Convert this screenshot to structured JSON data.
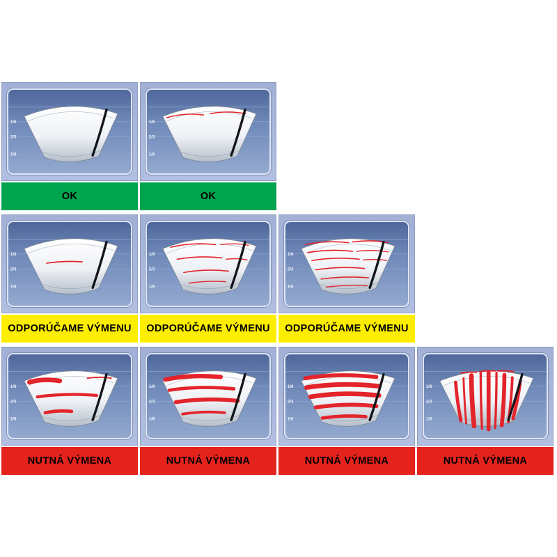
{
  "panel": {
    "scale_labels": [
      {
        "label": "1/6",
        "y": 48
      },
      {
        "label": "2/3",
        "y": 71
      },
      {
        "label": "1/6",
        "y": 97
      }
    ],
    "gridline_ys": [
      26,
      48,
      71,
      97
    ],
    "colors": {
      "cell_bg": "#a9b6da",
      "screen_top": "#4f679b",
      "screen_bottom": "#93a9cf",
      "gridline": "#8fa5cd",
      "scale_text": "#eef3fc",
      "fan_outline": "#7d8896",
      "blade": "#14161b",
      "streak": "#e3242b"
    }
  },
  "rows": [
    {
      "id": "ok",
      "label": "OK",
      "label_bg": "#00a44f",
      "label_color": "#000000",
      "cells": [
        {
          "condition": "clean"
        },
        {
          "condition": "light-streaks"
        }
      ]
    },
    {
      "id": "replace-recommended",
      "label": "ODPORÚČAME VÝMENU",
      "label_bg": "#fdee00",
      "label_color": "#000000",
      "cells": [
        {
          "condition": "single-line"
        },
        {
          "condition": "several-lines"
        },
        {
          "condition": "many-lines"
        }
      ]
    },
    {
      "id": "replace-required",
      "label": "NUTNÁ VÝMENA",
      "label_bg": "#e3231c",
      "label_color": "#000000",
      "cells": [
        {
          "condition": "smears-few"
        },
        {
          "condition": "smears-more"
        },
        {
          "condition": "smears-heavy"
        },
        {
          "condition": "smeared-vertical"
        }
      ]
    }
  ],
  "streak_patterns": {
    "clean": [],
    "light-streaks": [
      [
        30,
        42,
        60,
        34,
        86,
        38,
        1.6
      ],
      [
        96,
        36,
        122,
        31,
        150,
        36,
        1.6
      ]
    ],
    "single-line": [
      [
        58,
        62,
        86,
        58,
        112,
        60,
        1.8
      ]
    ],
    "several-lines": [
      [
        36,
        38,
        70,
        30,
        104,
        34,
        1.7
      ],
      [
        112,
        34,
        134,
        31,
        154,
        35,
        1.5
      ],
      [
        46,
        56,
        80,
        50,
        114,
        54,
        1.7
      ],
      [
        120,
        56,
        138,
        54,
        152,
        57,
        1.4
      ],
      [
        56,
        76,
        90,
        70,
        124,
        74,
        1.7
      ],
      [
        64,
        92,
        94,
        88,
        120,
        90,
        1.5
      ]
    ],
    "many-lines": [
      [
        30,
        34,
        62,
        27,
        96,
        31,
        1.7
      ],
      [
        102,
        30,
        130,
        26,
        156,
        31,
        1.7
      ],
      [
        34,
        46,
        68,
        40,
        102,
        44,
        1.7
      ],
      [
        108,
        44,
        134,
        41,
        156,
        45,
        1.5
      ],
      [
        40,
        58,
        76,
        52,
        112,
        56,
        1.7
      ],
      [
        118,
        57,
        140,
        55,
        154,
        58,
        1.4
      ],
      [
        46,
        72,
        84,
        66,
        120,
        70,
        1.7
      ],
      [
        54,
        86,
        92,
        81,
        126,
        84,
        1.6
      ],
      [
        62,
        98,
        96,
        94,
        124,
        96,
        1.5
      ]
    ],
    "smears-few": [
      [
        32,
        42,
        52,
        36,
        78,
        40,
        7
      ],
      [
        120,
        36,
        140,
        33,
        156,
        36,
        2
      ],
      [
        44,
        64,
        90,
        58,
        134,
        62,
        4.5
      ],
      [
        56,
        88,
        76,
        84,
        96,
        86,
        5
      ]
    ],
    "smears-more": [
      [
        28,
        38,
        66,
        30,
        112,
        34,
        6.5
      ],
      [
        34,
        54,
        80,
        47,
        132,
        52,
        5
      ],
      [
        44,
        72,
        90,
        65,
        138,
        70,
        6
      ],
      [
        54,
        90,
        88,
        85,
        118,
        88,
        4
      ]
    ],
    "smears-heavy": [
      [
        30,
        36,
        76,
        28,
        138,
        34,
        6
      ],
      [
        32,
        50,
        82,
        42,
        142,
        48,
        7
      ],
      [
        38,
        64,
        86,
        56,
        142,
        62,
        7
      ],
      [
        46,
        80,
        92,
        73,
        138,
        78,
        6
      ],
      [
        56,
        96,
        92,
        91,
        122,
        94,
        5
      ]
    ],
    "smeared-vertical": [
      [
        48,
        42,
        50,
        70,
        56,
        100,
        5
      ],
      [
        60,
        36,
        61,
        68,
        64,
        104,
        3
      ],
      [
        72,
        32,
        72,
        68,
        76,
        108,
        7
      ],
      [
        86,
        28,
        86,
        68,
        88,
        112,
        3.5
      ],
      [
        98,
        27,
        98,
        68,
        98,
        113,
        6
      ],
      [
        110,
        28,
        110,
        68,
        108,
        111,
        3.5
      ],
      [
        122,
        31,
        122,
        68,
        118,
        107,
        6
      ],
      [
        134,
        35,
        133,
        66,
        128,
        102,
        4
      ],
      [
        146,
        41,
        143,
        66,
        135,
        97,
        5
      ],
      [
        56,
        28,
        68,
        26,
        80,
        27,
        2
      ],
      [
        84,
        26,
        96,
        24,
        108,
        25,
        2
      ],
      [
        112,
        25,
        124,
        24,
        136,
        26,
        2
      ]
    ]
  }
}
